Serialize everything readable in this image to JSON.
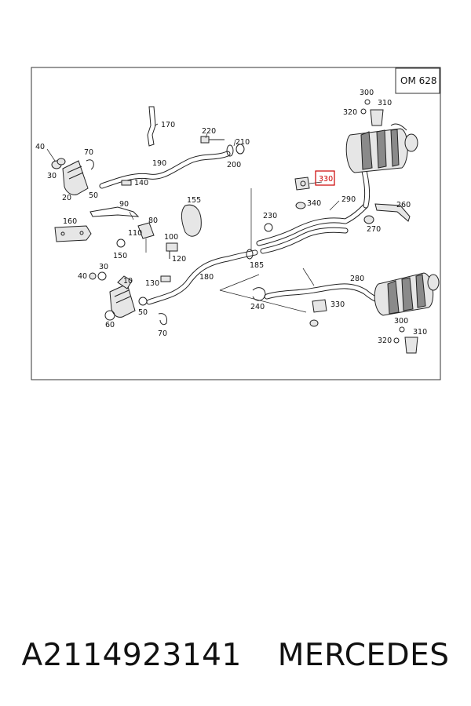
{
  "diagram": {
    "badge": "OM 628",
    "highlighted_label": "330",
    "labels": [
      {
        "id": "300a",
        "text": "300"
      },
      {
        "id": "310a",
        "text": "310"
      },
      {
        "id": "320a",
        "text": "320"
      },
      {
        "id": "170",
        "text": "170"
      },
      {
        "id": "220",
        "text": "220"
      },
      {
        "id": "210",
        "text": "210"
      },
      {
        "id": "200",
        "text": "200"
      },
      {
        "id": "190",
        "text": "190"
      },
      {
        "id": "40a",
        "text": "40"
      },
      {
        "id": "70a",
        "text": "70"
      },
      {
        "id": "30a",
        "text": "30"
      },
      {
        "id": "140",
        "text": "140"
      },
      {
        "id": "50a",
        "text": "50"
      },
      {
        "id": "20",
        "text": "20"
      },
      {
        "id": "90",
        "text": "90"
      },
      {
        "id": "155",
        "text": "155"
      },
      {
        "id": "160",
        "text": "160"
      },
      {
        "id": "80",
        "text": "80"
      },
      {
        "id": "110",
        "text": "110"
      },
      {
        "id": "100",
        "text": "100"
      },
      {
        "id": "150",
        "text": "150"
      },
      {
        "id": "120",
        "text": "120"
      },
      {
        "id": "30b",
        "text": "30"
      },
      {
        "id": "40b",
        "text": "40"
      },
      {
        "id": "10",
        "text": "10"
      },
      {
        "id": "130",
        "text": "130"
      },
      {
        "id": "180",
        "text": "180"
      },
      {
        "id": "50b",
        "text": "50"
      },
      {
        "id": "60",
        "text": "60"
      },
      {
        "id": "70b",
        "text": "70"
      },
      {
        "id": "230",
        "text": "230"
      },
      {
        "id": "340",
        "text": "340"
      },
      {
        "id": "290",
        "text": "290"
      },
      {
        "id": "260",
        "text": "260"
      },
      {
        "id": "270",
        "text": "270"
      },
      {
        "id": "185",
        "text": "185"
      },
      {
        "id": "280",
        "text": "280"
      },
      {
        "id": "240",
        "text": "240"
      },
      {
        "id": "330b",
        "text": "330"
      },
      {
        "id": "300b",
        "text": "300"
      },
      {
        "id": "310b",
        "text": "310"
      },
      {
        "id": "320b",
        "text": "320"
      }
    ]
  },
  "caption": {
    "part_number": "A2114923141",
    "brand": "MERCEDES"
  },
  "colors": {
    "highlight": "#cc0000"
  }
}
